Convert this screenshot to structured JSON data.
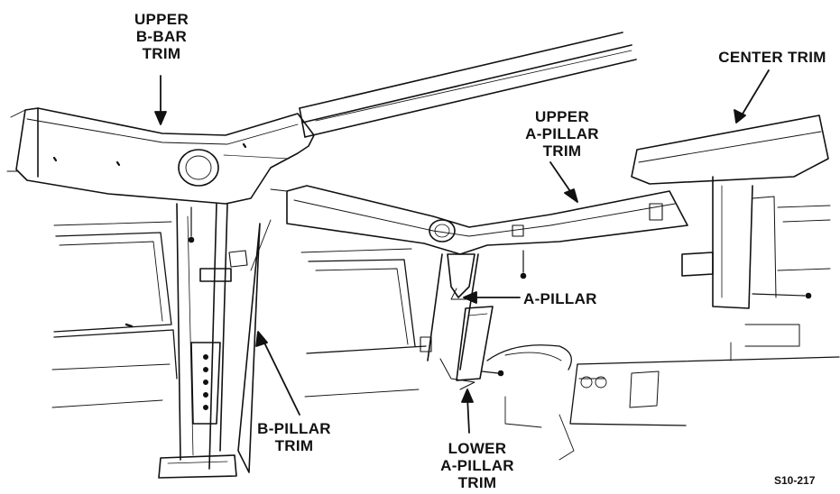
{
  "callouts": {
    "upper_b_bar_trim": "UPPER\nB-BAR\nTRIM",
    "center_trim": "CENTER TRIM",
    "upper_a_pillar_trim": "UPPER\nA-PILLAR\nTRIM",
    "a_pillar": "A-PILLAR",
    "b_pillar_trim": "B-PILLAR\nTRIM",
    "lower_a_pillar_trim": "LOWER\nA-PILLAR\nTRIM"
  },
  "figure_id": "S10-217",
  "colors": {
    "ink": "#111111",
    "paper": "#ffffff"
  }
}
